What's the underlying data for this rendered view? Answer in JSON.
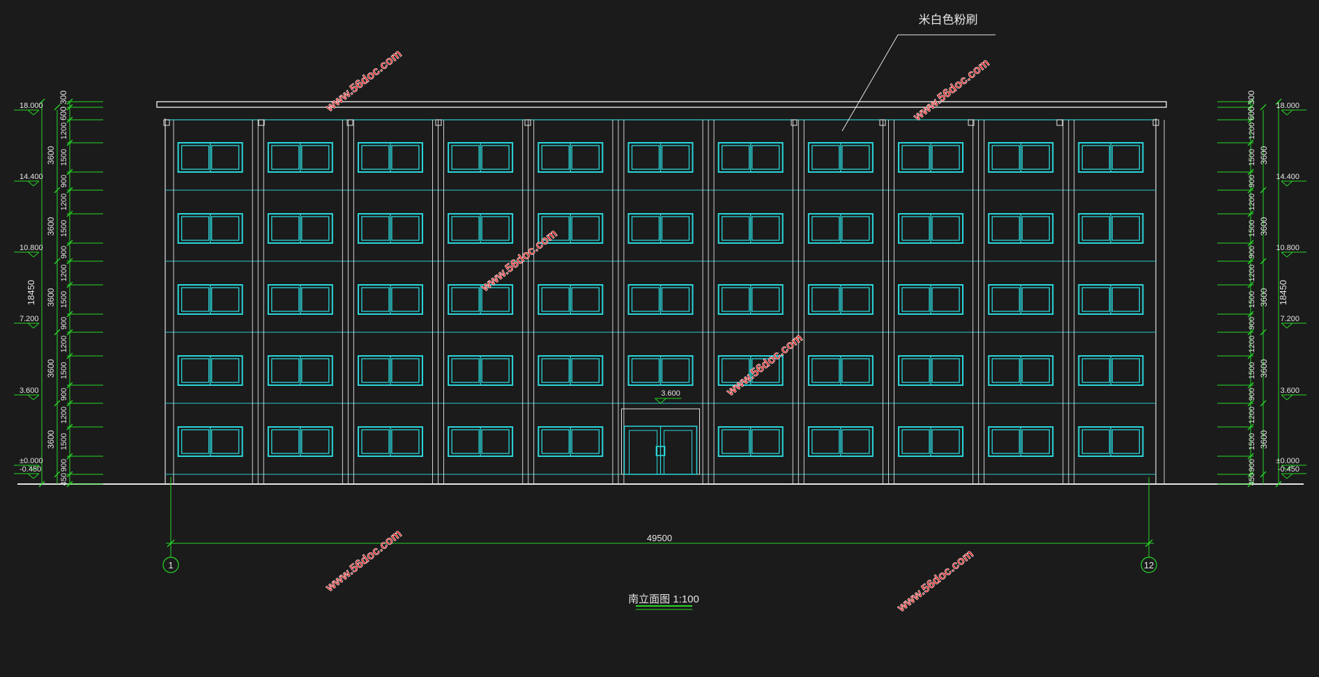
{
  "colors": {
    "background": "#1b1b1b",
    "facade_line": "#e6e6e6",
    "floor_line": "#2ec8c8",
    "window": "#2ad8dc",
    "dimension": "#27d827",
    "text": "#e6e6e6",
    "watermark": "#e02020"
  },
  "drawing": {
    "note_label": "米白色粉刷",
    "title": "南立面图 1:100",
    "entrance_level": "3.600",
    "total_width": "49500",
    "axis_start": "1",
    "axis_end": "12",
    "bays": 11,
    "floors": 5
  },
  "left_levels": [
    "18.000",
    "14.400",
    "10.800",
    "7.200",
    "3.600",
    "±0.000",
    "-0.450"
  ],
  "right_levels": [
    "18.000",
    "14.400",
    "10.800",
    "7.200",
    "3.600",
    "±0.000",
    "-0.450"
  ],
  "floor_height_label": "3600",
  "total_height_label": "18450",
  "detail_dims": {
    "parapet": "300",
    "top": "600",
    "sill_top": "1200",
    "window": "1500",
    "sill": "900",
    "base": "450"
  },
  "watermark": "www.56doc.com"
}
